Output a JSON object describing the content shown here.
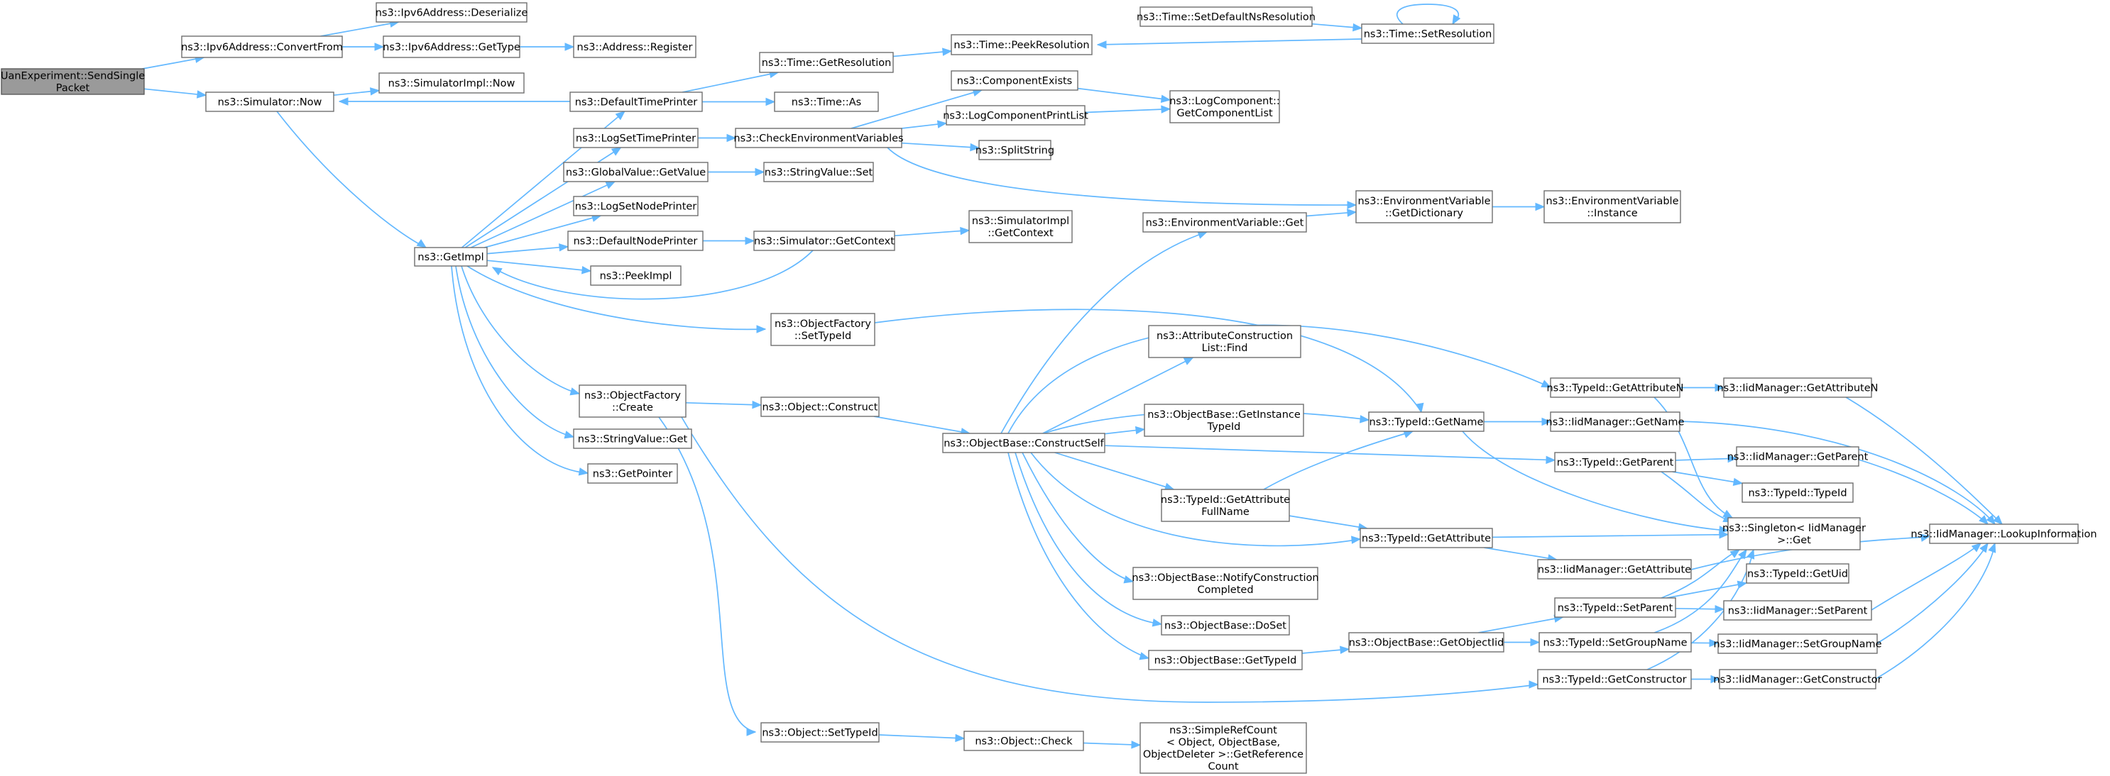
{
  "diagram": {
    "nodes": [
      {
        "id": "root",
        "label": [
          "UanExperiment::SendSingle",
          "Packet"
        ],
        "root": true
      },
      {
        "id": "ipv6ConvertFrom",
        "label": [
          "ns3::Ipv6Address::ConvertFrom"
        ]
      },
      {
        "id": "simNow",
        "label": [
          "ns3::Simulator::Now"
        ]
      },
      {
        "id": "ipv6Deserialize",
        "label": [
          "ns3::Ipv6Address::Deserialize"
        ]
      },
      {
        "id": "ipv6GetType",
        "label": [
          "ns3::Ipv6Address::GetType"
        ]
      },
      {
        "id": "addrRegister",
        "label": [
          "ns3::Address::Register"
        ]
      },
      {
        "id": "simImplNow",
        "label": [
          "ns3::SimulatorImpl::Now"
        ]
      },
      {
        "id": "getImpl",
        "label": [
          "ns3::GetImpl"
        ]
      },
      {
        "id": "defaultTimePrinter",
        "label": [
          "ns3::DefaultTimePrinter"
        ]
      },
      {
        "id": "timeGetResolution",
        "label": [
          "ns3::Time::GetResolution"
        ]
      },
      {
        "id": "timeAs",
        "label": [
          "ns3::Time::As"
        ]
      },
      {
        "id": "timePeekResolution",
        "label": [
          "ns3::Time::PeekResolution"
        ]
      },
      {
        "id": "timeSetDefaultNs",
        "label": [
          "ns3::Time::SetDefaultNsResolution"
        ]
      },
      {
        "id": "timeSetResolution",
        "label": [
          "ns3::Time::SetResolution"
        ]
      },
      {
        "id": "logSetTimePrinter",
        "label": [
          "ns3::LogSetTimePrinter"
        ]
      },
      {
        "id": "checkEnvVars",
        "label": [
          "ns3::CheckEnvironmentVariables"
        ]
      },
      {
        "id": "componentExists",
        "label": [
          "ns3::ComponentExists"
        ]
      },
      {
        "id": "logComponentPrintList",
        "label": [
          "ns3::LogComponentPrintList"
        ]
      },
      {
        "id": "splitString",
        "label": [
          "ns3::SplitString"
        ]
      },
      {
        "id": "logCompGetList",
        "label": [
          "ns3::LogComponent::",
          "GetComponentList"
        ]
      },
      {
        "id": "globalValueGetValue",
        "label": [
          "ns3::GlobalValue::GetValue"
        ]
      },
      {
        "id": "stringValueSet",
        "label": [
          "ns3::StringValue::Set"
        ]
      },
      {
        "id": "logSetNodePrinter",
        "label": [
          "ns3::LogSetNodePrinter"
        ]
      },
      {
        "id": "defaultNodePrinter",
        "label": [
          "ns3::DefaultNodePrinter"
        ]
      },
      {
        "id": "simGetContext",
        "label": [
          "ns3::Simulator::GetContext"
        ]
      },
      {
        "id": "simImplGetContext",
        "label": [
          "ns3::SimulatorImpl",
          "::GetContext"
        ]
      },
      {
        "id": "peekImpl",
        "label": [
          "ns3::PeekImpl"
        ]
      },
      {
        "id": "envVarGetDictionary",
        "label": [
          "ns3::EnvironmentVariable",
          "::GetDictionary"
        ]
      },
      {
        "id": "envVarInstance",
        "label": [
          "ns3::EnvironmentVariable",
          "::Instance"
        ]
      },
      {
        "id": "envVarGet",
        "label": [
          "ns3::EnvironmentVariable::Get"
        ]
      },
      {
        "id": "objFactorySetTypeId",
        "label": [
          "ns3::ObjectFactory",
          "::SetTypeId"
        ]
      },
      {
        "id": "attrConstructionListFind",
        "label": [
          "ns3::AttributeConstruction",
          "List::Find"
        ]
      },
      {
        "id": "objFactoryCreate",
        "label": [
          "ns3::ObjectFactory",
          "::Create"
        ]
      },
      {
        "id": "objectConstruct",
        "label": [
          "ns3::Object::Construct"
        ]
      },
      {
        "id": "objBaseConstructSelf",
        "label": [
          "ns3::ObjectBase::ConstructSelf"
        ]
      },
      {
        "id": "stringValueGet",
        "label": [
          "ns3::StringValue::Get"
        ]
      },
      {
        "id": "getPointer",
        "label": [
          "ns3::GetPointer"
        ]
      },
      {
        "id": "objBaseGetInstanceTypeId",
        "label": [
          "ns3::ObjectBase::GetInstance",
          "TypeId"
        ]
      },
      {
        "id": "typeIdGetName",
        "label": [
          "ns3::TypeId::GetName"
        ]
      },
      {
        "id": "typeIdGetAttributeN",
        "label": [
          "ns3::TypeId::GetAttributeN"
        ]
      },
      {
        "id": "iidGetAttributeN",
        "label": [
          "ns3::IidManager::GetAttributeN"
        ]
      },
      {
        "id": "iidGetName",
        "label": [
          "ns3::IidManager::GetName"
        ]
      },
      {
        "id": "typeIdGetParent",
        "label": [
          "ns3::TypeId::GetParent"
        ]
      },
      {
        "id": "iidGetParent",
        "label": [
          "ns3::IidManager::GetParent"
        ]
      },
      {
        "id": "typeIdTypeId",
        "label": [
          "ns3::TypeId::TypeId"
        ]
      },
      {
        "id": "typeIdGetAttributeFullName",
        "label": [
          "ns3::TypeId::GetAttribute",
          "FullName"
        ]
      },
      {
        "id": "singletonGet",
        "label": [
          "ns3::Singleton< IidManager",
          ">::Get"
        ]
      },
      {
        "id": "iidLookupInformation",
        "label": [
          "ns3::IidManager::LookupInformation"
        ]
      },
      {
        "id": "typeIdGetAttribute",
        "label": [
          "ns3::TypeId::GetAttribute"
        ]
      },
      {
        "id": "iidGetAttribute",
        "label": [
          "ns3::IidManager::GetAttribute"
        ]
      },
      {
        "id": "objBaseNotifyConstructionCompleted",
        "label": [
          "ns3::ObjectBase::NotifyConstruction",
          "Completed"
        ]
      },
      {
        "id": "typeIdGetUid",
        "label": [
          "ns3::TypeId::GetUid"
        ]
      },
      {
        "id": "typeIdSetParent",
        "label": [
          "ns3::TypeId::SetParent"
        ]
      },
      {
        "id": "iidSetParent",
        "label": [
          "ns3::IidManager::SetParent"
        ]
      },
      {
        "id": "objBaseDoSet",
        "label": [
          "ns3::ObjectBase::DoSet"
        ]
      },
      {
        "id": "objBaseGetObjectIid",
        "label": [
          "ns3::ObjectBase::GetObjectIid"
        ]
      },
      {
        "id": "typeIdSetGroupName",
        "label": [
          "ns3::TypeId::SetGroupName"
        ]
      },
      {
        "id": "iidSetGroupName",
        "label": [
          "ns3::IidManager::SetGroupName"
        ]
      },
      {
        "id": "objBaseGetTypeId",
        "label": [
          "ns3::ObjectBase::GetTypeId"
        ]
      },
      {
        "id": "typeIdGetConstructor",
        "label": [
          "ns3::TypeId::GetConstructor"
        ]
      },
      {
        "id": "iidGetConstructor",
        "label": [
          "ns3::IidManager::GetConstructor"
        ]
      },
      {
        "id": "objectSetTypeId",
        "label": [
          "ns3::Object::SetTypeId"
        ]
      },
      {
        "id": "objectCheck",
        "label": [
          "ns3::Object::Check"
        ]
      },
      {
        "id": "simpleRefCount",
        "label": [
          "ns3::SimpleRefCount",
          "< Object, ObjectBase,",
          "ObjectDeleter >::GetReference",
          "Count"
        ]
      }
    ],
    "edges": [
      [
        "root",
        "ipv6ConvertFrom"
      ],
      [
        "root",
        "simNow"
      ],
      [
        "ipv6ConvertFrom",
        "ipv6Deserialize"
      ],
      [
        "ipv6ConvertFrom",
        "ipv6GetType"
      ],
      [
        "ipv6GetType",
        "addrRegister"
      ],
      [
        "simNow",
        "simImplNow"
      ],
      [
        "simNow",
        "getImpl"
      ],
      [
        "getImpl",
        "defaultTimePrinter"
      ],
      [
        "getImpl",
        "logSetTimePrinter"
      ],
      [
        "getImpl",
        "globalValueGetValue"
      ],
      [
        "getImpl",
        "logSetNodePrinter"
      ],
      [
        "getImpl",
        "defaultNodePrinter"
      ],
      [
        "getImpl",
        "peekImpl"
      ],
      [
        "getImpl",
        "objFactorySetTypeId"
      ],
      [
        "getImpl",
        "objFactoryCreate"
      ],
      [
        "getImpl",
        "stringValueGet"
      ],
      [
        "getImpl",
        "getPointer"
      ],
      [
        "defaultTimePrinter",
        "simNow"
      ],
      [
        "defaultTimePrinter",
        "timeGetResolution"
      ],
      [
        "defaultTimePrinter",
        "timeAs"
      ],
      [
        "timeGetResolution",
        "timePeekResolution"
      ],
      [
        "timeSetDefaultNs",
        "timeSetResolution"
      ],
      [
        "timeSetResolution",
        "timePeekResolution"
      ],
      [
        "timeSetResolution",
        "timeSetResolution"
      ],
      [
        "logSetTimePrinter",
        "checkEnvVars"
      ],
      [
        "checkEnvVars",
        "componentExists"
      ],
      [
        "checkEnvVars",
        "logComponentPrintList"
      ],
      [
        "checkEnvVars",
        "splitString"
      ],
      [
        "checkEnvVars",
        "envVarGetDictionary"
      ],
      [
        "componentExists",
        "logCompGetList"
      ],
      [
        "logComponentPrintList",
        "logCompGetList"
      ],
      [
        "globalValueGetValue",
        "stringValueSet"
      ],
      [
        "defaultNodePrinter",
        "simGetContext"
      ],
      [
        "simGetContext",
        "simImplGetContext"
      ],
      [
        "simGetContext",
        "getImpl"
      ],
      [
        "envVarGetDictionary",
        "envVarInstance"
      ],
      [
        "envVarGet",
        "envVarGetDictionary"
      ],
      [
        "objFactorySetTypeId",
        "typeIdGetName"
      ],
      [
        "objFactoryCreate",
        "objectConstruct"
      ],
      [
        "objFactoryCreate",
        "objectSetTypeId"
      ],
      [
        "objFactoryCreate",
        "typeIdGetConstructor"
      ],
      [
        "objectConstruct",
        "objBaseConstructSelf"
      ],
      [
        "objBaseConstructSelf",
        "envVarGet"
      ],
      [
        "objBaseConstructSelf",
        "attrConstructionListFind"
      ],
      [
        "objBaseConstructSelf",
        "objBaseGetInstanceTypeId"
      ],
      [
        "objBaseConstructSelf",
        "typeIdGetName"
      ],
      [
        "objBaseConstructSelf",
        "typeIdGetAttributeN"
      ],
      [
        "objBaseConstructSelf",
        "typeIdGetParent"
      ],
      [
        "objBaseConstructSelf",
        "typeIdGetAttributeFullName"
      ],
      [
        "objBaseConstructSelf",
        "typeIdGetAttribute"
      ],
      [
        "objBaseConstructSelf",
        "objBaseNotifyConstructionCompleted"
      ],
      [
        "objBaseConstructSelf",
        "objBaseDoSet"
      ],
      [
        "objBaseConstructSelf",
        "objBaseGetTypeId"
      ],
      [
        "typeIdGetAttributeN",
        "iidGetAttributeN"
      ],
      [
        "typeIdGetAttributeN",
        "singletonGet"
      ],
      [
        "iidGetAttributeN",
        "iidLookupInformation"
      ],
      [
        "typeIdGetName",
        "iidGetName"
      ],
      [
        "typeIdGetName",
        "singletonGet"
      ],
      [
        "iidGetName",
        "iidLookupInformation"
      ],
      [
        "typeIdGetParent",
        "iidGetParent"
      ],
      [
        "typeIdGetParent",
        "typeIdTypeId"
      ],
      [
        "typeIdGetParent",
        "singletonGet"
      ],
      [
        "iidGetParent",
        "iidLookupInformation"
      ],
      [
        "typeIdGetAttributeFullName",
        "typeIdGetName"
      ],
      [
        "typeIdGetAttributeFullName",
        "typeIdGetAttribute"
      ],
      [
        "typeIdGetAttribute",
        "singletonGet"
      ],
      [
        "typeIdGetAttribute",
        "iidGetAttribute"
      ],
      [
        "iidGetAttribute",
        "iidLookupInformation"
      ],
      [
        "objBaseGetTypeId",
        "objBaseGetObjectIid"
      ],
      [
        "objBaseGetObjectIid",
        "typeIdSetParent"
      ],
      [
        "objBaseGetObjectIid",
        "typeIdSetGroupName"
      ],
      [
        "typeIdSetParent",
        "singletonGet"
      ],
      [
        "typeIdSetParent",
        "typeIdGetUid"
      ],
      [
        "typeIdSetParent",
        "iidSetParent"
      ],
      [
        "iidSetParent",
        "iidLookupInformation"
      ],
      [
        "typeIdSetGroupName",
        "singletonGet"
      ],
      [
        "typeIdSetGroupName",
        "iidSetGroupName"
      ],
      [
        "iidSetGroupName",
        "iidLookupInformation"
      ],
      [
        "typeIdGetConstructor",
        "singletonGet"
      ],
      [
        "typeIdGetConstructor",
        "iidGetConstructor"
      ],
      [
        "iidGetConstructor",
        "iidLookupInformation"
      ],
      [
        "objectSetTypeId",
        "objectCheck"
      ],
      [
        "objectCheck",
        "simpleRefCount"
      ]
    ]
  }
}
